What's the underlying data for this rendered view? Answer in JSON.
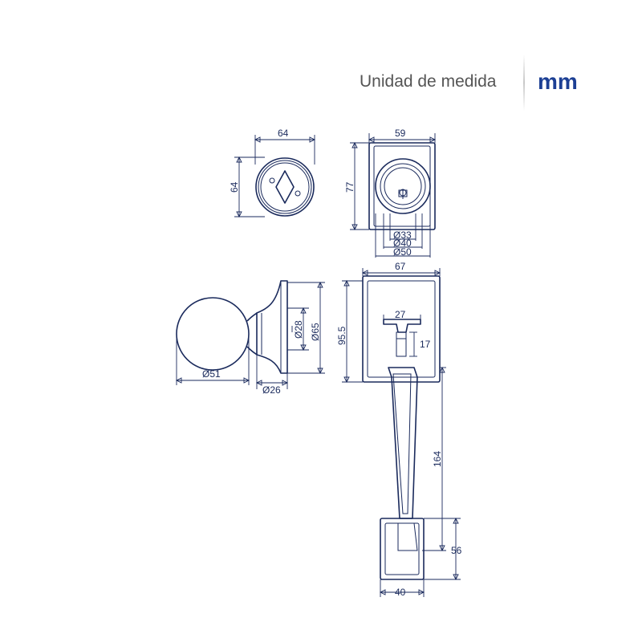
{
  "header": {
    "unit_label": "Unidad de medida",
    "unit_value": "mm",
    "accent_color": "#1c3f94"
  },
  "dimensions": {
    "rosette_width": "64",
    "rosette_height": "64",
    "cylinder_width": "59",
    "cylinder_height": "77",
    "cylinder_d1": "Ø33",
    "cylinder_d2": "Ø40",
    "cylinder_d3": "Ø50",
    "knob_d1": "Ø28",
    "knob_d2": "Ø65",
    "knob_ball": "Ø51",
    "knob_neck": "Ø26",
    "handle_plate_width": "67",
    "handle_plate_height": "95.5",
    "thumb_width": "27",
    "thumb_height": "17",
    "handle_length": "164",
    "base_height": "56",
    "base_width": "40"
  },
  "colors": {
    "line": "#1a2a5c"
  }
}
